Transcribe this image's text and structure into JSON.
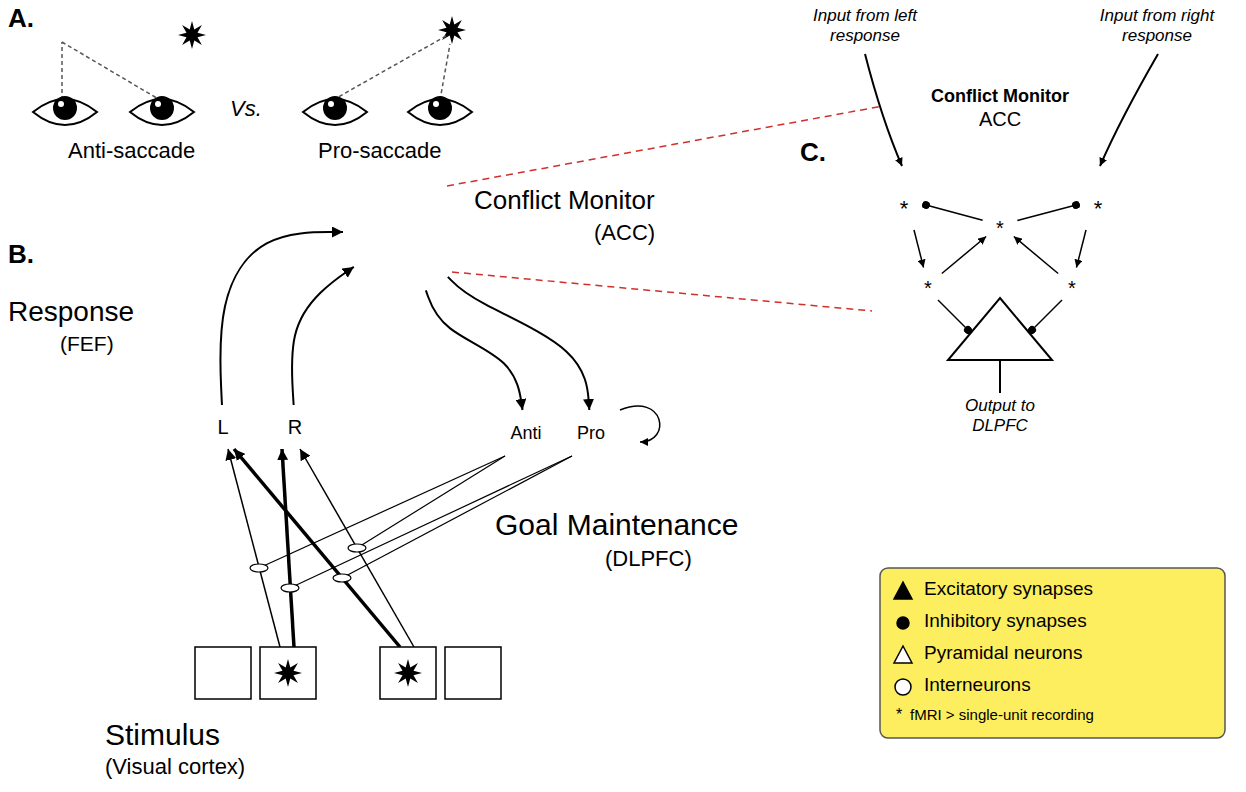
{
  "diagram": {
    "nodes": [
      {
        "text": [
          "Conflict Monitor",
          "(ACC)"
        ]
      },
      {
        "text": [
          "Response",
          "(FEF)"
        ]
      },
      {
        "text": [
          "L"
        ],
        "in": 1
      },
      {
        "text": [
          "R"
        ],
        "in": 1
      },
      {
        "text": [
          "Goal Maintenance",
          "(DLPFC)"
        ]
      },
      {
        "text": [
          "Anti"
        ],
        "in": 4
      },
      {
        "text": [
          "Pro"
        ],
        "in": 4
      },
      {
        "text": [
          "Stimulus",
          "(Visual cortex)"
        ]
      },
      {
        "text": [
          "Conflict Monitor",
          "ACC"
        ]
      },
      {
        "text": [
          "*"
        ],
        "in": 8
      },
      {
        "text": [
          "*"
        ],
        "in": 8
      },
      {
        "text": [
          "*"
        ],
        "in": 8
      },
      {
        "text": [
          "*"
        ],
        "in": 8
      },
      {
        "text": [
          "*"
        ],
        "in": 8
      }
    ],
    "edges": [
      {
        "from": 2,
        "to": 0,
        "arrow": "to"
      },
      {
        "from": 3,
        "to": 0,
        "arrow": "to"
      },
      {
        "from": 0,
        "to": 5,
        "arrow": "to"
      },
      {
        "from": 0,
        "to": 6,
        "arrow": "to"
      },
      {
        "from": 7,
        "to": 2,
        "arrow": "to"
      },
      {
        "from": 7,
        "to": 3,
        "arrow": "to"
      },
      {
        "from": 7,
        "to": 2,
        "arrow": "to"
      },
      {
        "from": 7,
        "to": 3,
        "arrow": "to"
      },
      {
        "from": 9,
        "to": 12,
        "arrow": "to"
      },
      {
        "from": 10,
        "to": 13,
        "arrow": "to"
      },
      {
        "from": 11,
        "to": 9,
        "arrow": "to"
      },
      {
        "from": 11,
        "to": 10,
        "arrow": "to"
      },
      {
        "from": 12,
        "to": 11,
        "arrow": "to"
      },
      {
        "from": 13,
        "to": 11,
        "arrow": "to"
      }
    ],
    "labels": [
      "A.",
      "Anti-saccade",
      "Vs.",
      "Pro-saccade",
      "B.",
      "C.",
      "Input from left response",
      "Input from right response",
      "Output to DLPFC",
      "*"
    ],
    "legend": [
      {
        "text": "Excitatory synapses"
      },
      {
        "text": "Inhibitory synapses"
      },
      {
        "text": "Pyramidal neurons"
      },
      {
        "text": "Interneurons"
      },
      {
        "text": "fMRI > single-unit recording"
      }
    ]
  }
}
